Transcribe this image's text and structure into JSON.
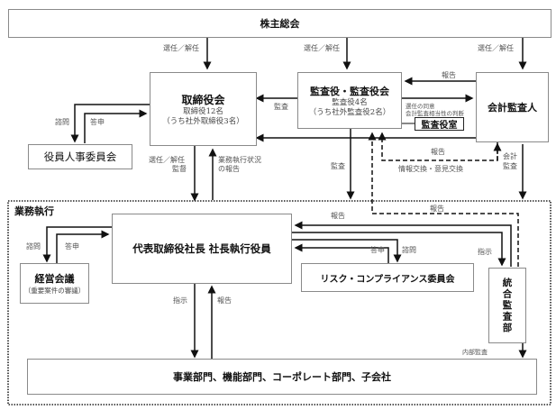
{
  "nodes": {
    "shareholders": {
      "label": "株主総会"
    },
    "board": {
      "title": "取締役会",
      "line1": "取締役12名",
      "line2": "（うち社外取締役3名）"
    },
    "auditors": {
      "title": "監査役・監査役会",
      "line1": "監査役4名",
      "line2": "（うち社外監査役2名）"
    },
    "audit_office": {
      "label": "監査役室"
    },
    "accounting_auditor": {
      "label": "会計監査人"
    },
    "personnel_committee": {
      "label": "役員人事委員会"
    },
    "execution_region": {
      "label": "業務執行"
    },
    "president": {
      "label": "代表取締役社長 社長執行役員"
    },
    "management_meeting": {
      "title": "経営会議",
      "sub": "（重要案件の審議）"
    },
    "risk_committee": {
      "label": "リスク・コンプライアンス委員会"
    },
    "internal_audit": {
      "label": "統合監査部"
    },
    "divisions": {
      "label": "事業部門、機能部門、コーポレート部門、子会社"
    }
  },
  "edges": {
    "elect_board": "選任／解任",
    "elect_auditors": "選任／解任",
    "elect_accounting": "選任／解任",
    "auditors_to_board": "監査",
    "accounting_report_to_auditors": "報告",
    "consent_line1": "選任の同意",
    "consent_line2": "会計監査相当性の判断",
    "personnel_consult": "諮問",
    "personnel_reply": "答申",
    "board_to_exec_line1": "選任／解任",
    "board_to_exec_line2": "監督",
    "exec_to_board_line1": "業務執行状況",
    "exec_to_board_line2": "の報告",
    "auditors_audit_exec": "監査",
    "accounting_report_dashed": "報告",
    "info_exchange": "情報交換・意見交換",
    "accounting_audit_line1": "会計",
    "accounting_audit_line2": "監査",
    "internal_report_dashed": "報告",
    "internal_report_president": "報告",
    "mgmt_consult": "諮問",
    "mgmt_reply": "答申",
    "risk_reply": "答申",
    "risk_consult": "諮問",
    "instruct_internal_audit": "指示",
    "instruct_divisions": "指示",
    "divisions_report": "報告",
    "internal_audit_divisions": "内部監査"
  }
}
